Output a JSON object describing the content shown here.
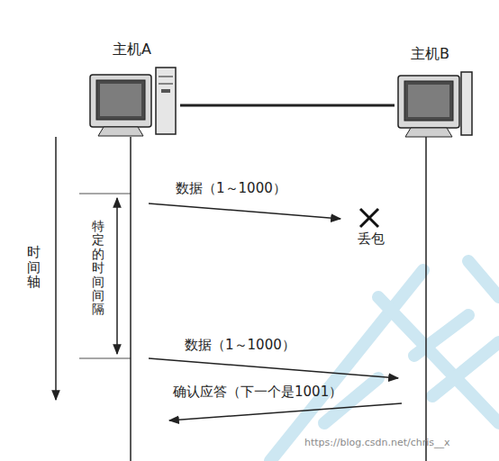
{
  "diagram": {
    "nodes": [
      {
        "text": [
          "主机A"
        ]
      },
      {
        "text": [
          "主机B"
        ]
      }
    ],
    "edges": [
      {
        "from": 0,
        "to": 1,
        "arrow": "none"
      }
    ],
    "labels": [
      "时间轴",
      "特定的时间间隔",
      "数据（1～1000）",
      "丢包",
      "数据（1～1000）",
      "确认应答（下一个是1001）",
      "https://blog.csdn.net/chris__x"
    ]
  }
}
